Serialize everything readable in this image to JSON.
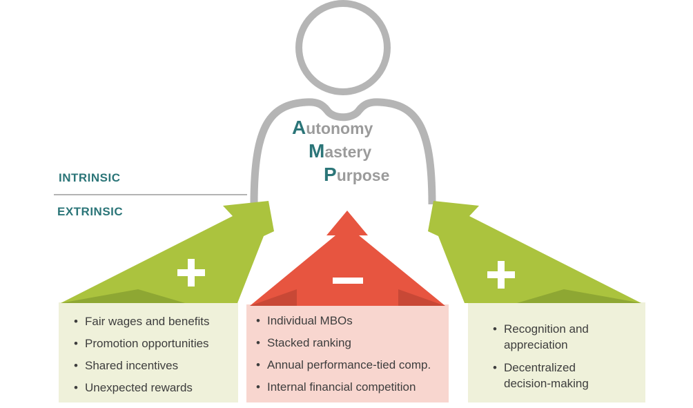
{
  "title": "Intrinsic vs extrinsic motivation diagram",
  "figure": {
    "labels": [
      {
        "initial": "A",
        "rest": "utonomy"
      },
      {
        "initial": "M",
        "rest": "astery"
      },
      {
        "initial": "P",
        "rest": "urpose"
      }
    ]
  },
  "axis_labels": {
    "top": "INTRINSIC",
    "bottom": "EXTRINSIC"
  },
  "arrows": {
    "left": {
      "sign": "+",
      "tone": "positive"
    },
    "middle": {
      "sign": "−",
      "tone": "negative"
    },
    "right": {
      "sign": "+",
      "tone": "positive"
    }
  },
  "boxes": [
    {
      "tone": "positive",
      "items": [
        "Fair wages and benefits",
        "Promotion opportunities",
        "Shared incentives",
        "Unexpected rewards"
      ]
    },
    {
      "tone": "negative",
      "items": [
        "Individual MBOs",
        "Stacked ranking",
        "Annual performance-tied comp.",
        "Internal financial competition"
      ]
    },
    {
      "tone": "positive",
      "items": [
        "Recognition and appreciation",
        "Decentralized decision-making"
      ]
    }
  ],
  "colors": {
    "positive_arrow": "#abc33e",
    "positive_arrow_dark": "#8ea733",
    "negative_arrow": "#e75540",
    "negative_arrow_dark": "#c84836",
    "positive_box_bg": "#eff1da",
    "negative_box_bg": "#f8d6cf",
    "teal_text": "#2b7578",
    "figure_gray": "#b5b5b5",
    "amp_gray": "#9b9b9b",
    "body_text": "#3d3d3d",
    "divider_gray": "#b3b3b3",
    "sign_white": "#ffffff"
  }
}
